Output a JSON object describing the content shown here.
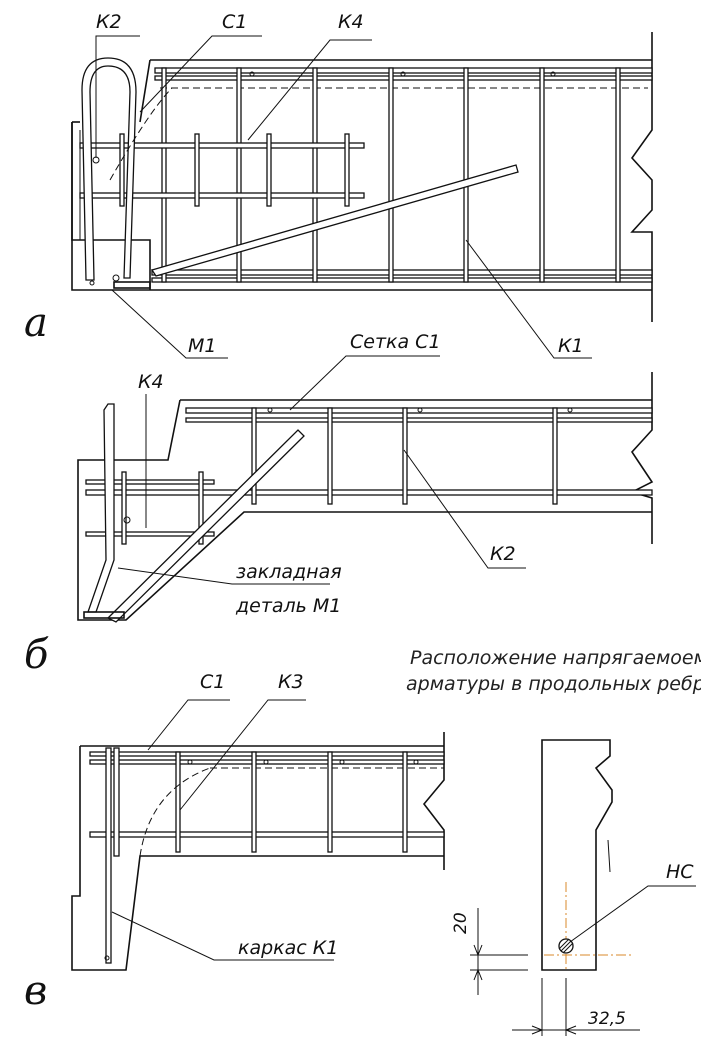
{
  "figure": {
    "view_a": {
      "letter": "а",
      "labels": {
        "k2": "К2",
        "c1": "С1",
        "k4": "К4",
        "m1": "М1",
        "k1": "К1"
      }
    },
    "view_b": {
      "letter": "б",
      "labels": {
        "mesh": "Сетка С1",
        "k4": "К4",
        "k2": "К2",
        "embed_line1": "закладная",
        "embed_line2": "деталь М1"
      }
    },
    "view_c": {
      "letter": "в",
      "labels": {
        "c1": "С1",
        "k3": "К3",
        "frame": "каркас К1"
      }
    },
    "section": {
      "title_line1": "Расположение напрягаемоемой",
      "title_line2": "арматуры в продольных ребрах",
      "label": "НС",
      "dim_vertical": "20",
      "dim_horizontal": "32,5"
    }
  }
}
